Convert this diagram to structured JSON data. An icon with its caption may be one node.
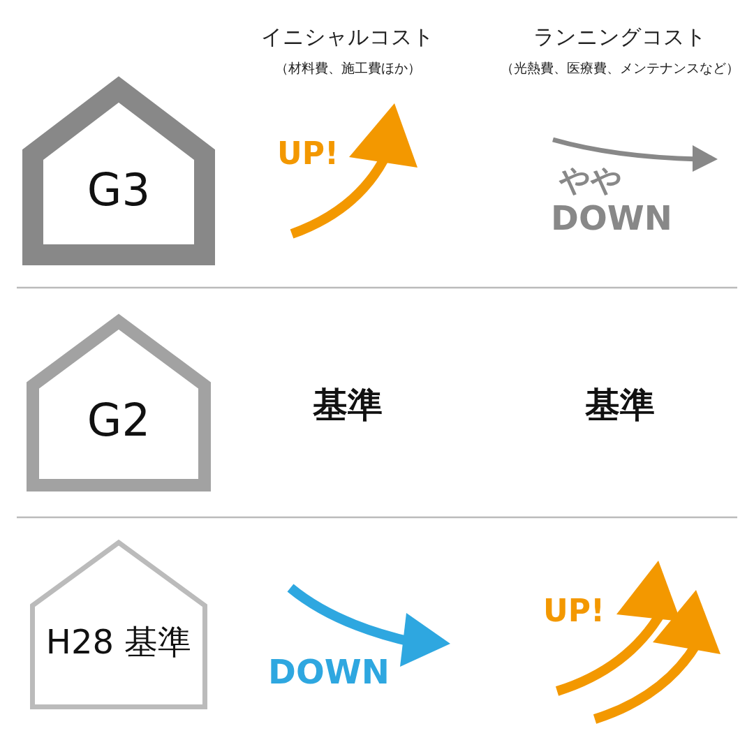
{
  "diagram": {
    "nodes": [
      {
        "text": [
          "G3"
        ]
      },
      {
        "text": [
          "G2"
        ]
      },
      {
        "text": [
          "H28 基準"
        ]
      }
    ],
    "labels": [
      "イニシャルコスト",
      "（材料費、施工費ほか）",
      "ランニングコスト",
      "（光熱費、医療費、メンテナンスなど）",
      "UP!",
      "やや",
      "DOWN",
      "基準",
      "基準",
      "DOWN",
      "UP!"
    ]
  }
}
